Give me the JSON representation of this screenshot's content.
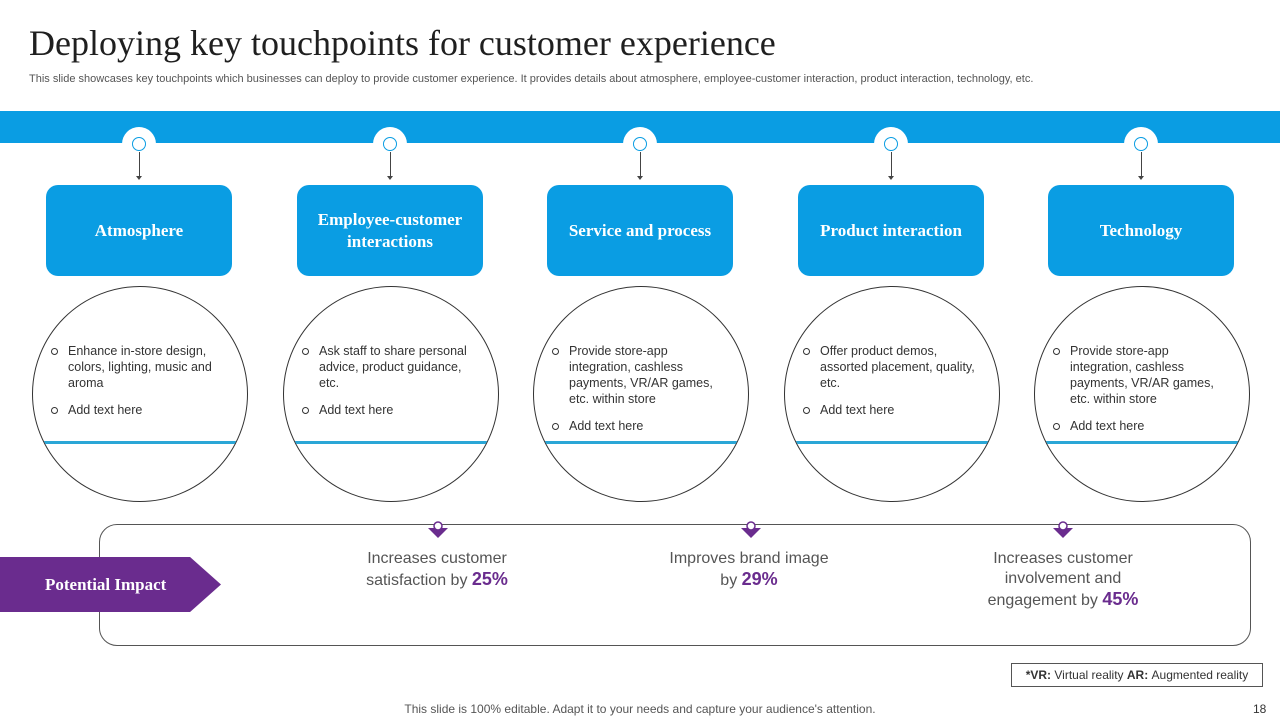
{
  "title": "Deploying key touchpoints for customer experience",
  "subtitle": "This slide showcases key touchpoints which businesses can deploy to provide customer experience. It provides details about atmosphere, employee-customer interaction, product interaction, technology, etc.",
  "touchpoints": [
    {
      "heading": "Atmosphere",
      "bullets": [
        "Enhance in-store design, colors, lighting, music and aroma",
        "Add text here"
      ]
    },
    {
      "heading": "Employee-customer interactions",
      "bullets": [
        "Ask staff to share personal advice, product guidance, etc.",
        "Add text here"
      ]
    },
    {
      "heading": "Service and process",
      "bullets": [
        "Provide store-app integration, cashless payments, VR/AR games, etc. within store",
        "Add text here"
      ]
    },
    {
      "heading": "Product interaction",
      "bullets": [
        "Offer product demos, assorted placement, quality, etc.",
        "Add text here"
      ]
    },
    {
      "heading": "Technology",
      "bullets": [
        "Provide store-app integration, cashless payments, VR/AR games, etc. within store",
        "Add text here"
      ]
    }
  ],
  "impact": {
    "label": "Potential Impact",
    "items": [
      {
        "text": "Increases customer satisfaction by",
        "pct": "25%"
      },
      {
        "text": "Improves brand image by",
        "pct": "29%"
      },
      {
        "text": "Increases customer involvement and engagement by",
        "pct": "45%"
      }
    ]
  },
  "footnote": {
    "vr_abbr": "*VR:",
    "vr_text": "Virtual reality",
    "ar_abbr": "AR:",
    "ar_text": "Augmented reality"
  },
  "bottom_note": "This slide is 100% editable. Adapt it to your needs and capture your audience's attention.",
  "page_number": "18",
  "colors": {
    "accent_blue": "#0a9de3",
    "accent_purple": "#6a2c8e"
  }
}
